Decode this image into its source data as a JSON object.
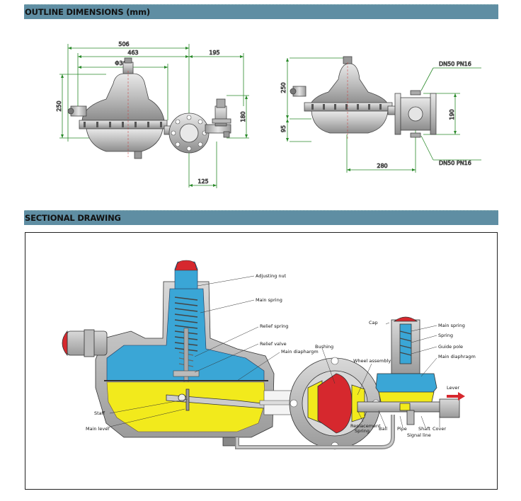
{
  "sections": {
    "outline": {
      "title": "OUTLINE DIMENSIONS (mm)"
    },
    "sectional": {
      "title": "SECTIONAL DRAWING"
    }
  },
  "front_view": {
    "dims": {
      "d506": "506",
      "d463": "463",
      "d365": "Φ365",
      "d195": "195",
      "d250": "250",
      "d180": "180",
      "d125": "125"
    }
  },
  "side_view": {
    "dims": {
      "d250": "250",
      "d95": "95",
      "d190": "190",
      "d280": "280"
    },
    "flange_top": "DN50 PN16",
    "flange_bottom": "DN50 PN16"
  },
  "sectional_drawing": {
    "labels": {
      "adjusting_nut": "Adjusting nut",
      "main_spring": "Main spring",
      "relief_spring": "Relief spring",
      "relief_valve": "Relief valve",
      "main_diaphragm": "Main diaphargm",
      "bushing": "Bushing",
      "wheel_assembly": "Wheel assembly",
      "cap": "Cap",
      "pilot_main_spring": "Main spring",
      "spring": "Spring",
      "guide_pole": "Guide pole",
      "pilot_main_diaphragm": "Main diaphragm",
      "lever": "Lever",
      "staff": "Staff",
      "main_lever": "Main lever",
      "replacement_spring": "Replacement\nSpring",
      "ball": "Ball",
      "pipe": "Pipe",
      "shaft": "Shaft",
      "cover": "Cover",
      "signal_line": "Signal line"
    }
  },
  "colors": {
    "header_bar": "#5f8ea3",
    "dimension": "#2a8a2a",
    "blue_chamber": "#3aa6d6",
    "yellow_chamber": "#f2ea1c",
    "red_cap": "#d6282e"
  }
}
